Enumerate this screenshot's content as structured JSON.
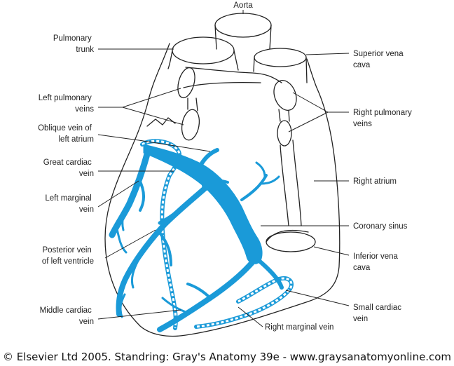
{
  "labels": {
    "aorta": "Aorta",
    "pulmonary_trunk": [
      "Pulmonary",
      "trunk"
    ],
    "superior_vena_cava": [
      "Superior vena",
      "cava"
    ],
    "left_pulmonary_veins": [
      "Left pulmonary",
      "veins"
    ],
    "right_pulmonary_veins": [
      "Right pulmonary",
      "veins"
    ],
    "oblique_vein": [
      "Oblique vein of",
      "left atrium"
    ],
    "great_cardiac_vein": [
      "Great cardiac",
      "vein"
    ],
    "right_atrium": "Right atrium",
    "left_marginal_vein": [
      "Left marginal",
      "vein"
    ],
    "coronary_sinus": "Coronary sinus",
    "posterior_vein": [
      "Posterior vein",
      "of left ventricle"
    ],
    "inferior_vena_cava": [
      "Inferior vena",
      "cava"
    ],
    "middle_cardiac_vein": [
      "Middle cardiac",
      "vein"
    ],
    "small_cardiac_vein": [
      "Small cardiac",
      "vein"
    ],
    "right_marginal_vein": "Right marginal vein"
  },
  "credit": "© Elsevier Ltd 2005. Standring: Gray's Anatomy 39e - www.graysanatomyonline.com",
  "colors": {
    "vein": "#1a9ad8",
    "outline": "#222222",
    "background": "#ffffff"
  }
}
